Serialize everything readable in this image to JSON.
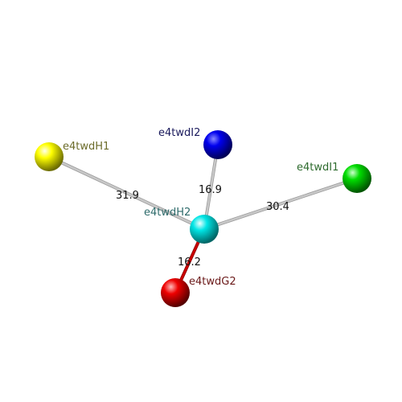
{
  "nodes": [
    {
      "id": "H1",
      "label": "e4twdH1",
      "color": "#ffff00",
      "label_color": "#6b6b2a"
    },
    {
      "id": "I2",
      "label": "e4twdI2",
      "color": "#0000ee",
      "label_color": "#1a1a5c"
    },
    {
      "id": "I1",
      "label": "e4twdI1",
      "color": "#00dd00",
      "label_color": "#2e6b2e"
    },
    {
      "id": "H2",
      "label": "e4twdH2",
      "color": "#00e5e5",
      "label_color": "#2e6b6b"
    },
    {
      "id": "G2",
      "label": "e4twdG2",
      "color": "#ee0000",
      "label_color": "#6b1a1a"
    }
  ],
  "edges": [
    {
      "from": "H2",
      "to": "H1",
      "value": "31.9",
      "color": "#c8c8c8"
    },
    {
      "from": "H2",
      "to": "I2",
      "value": "16.9",
      "color": "#c8c8c8"
    },
    {
      "from": "H2",
      "to": "I1",
      "value": "30.4",
      "color": "#c8c8c8"
    },
    {
      "from": "H2",
      "to": "G2",
      "value": "16.2",
      "color": "#cc0000"
    }
  ]
}
